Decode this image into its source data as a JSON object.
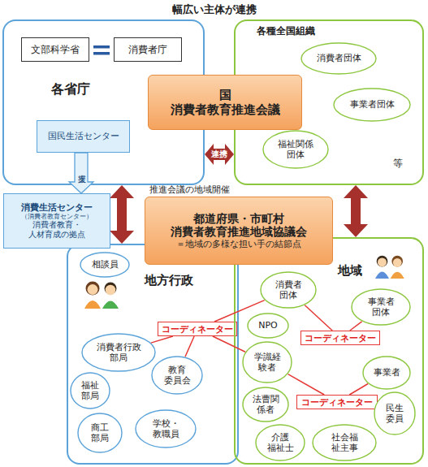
{
  "diagram": {
    "title": "幅広い主体が連携",
    "nodes": [
      {
        "text": [
          "各省庁"
        ]
      },
      {
        "text": [
          "文部科学省"
        ],
        "in": 0
      },
      {
        "text": [
          "消費者庁"
        ],
        "in": 0
      },
      {
        "text": [
          "国民生活センター"
        ],
        "in": 0
      },
      {
        "text": [
          "各種全国組織"
        ]
      },
      {
        "text": [
          "消費者団体"
        ],
        "in": 4
      },
      {
        "text": [
          "事業者団体"
        ],
        "in": 4
      },
      {
        "text": [
          "福祉関係 団体"
        ],
        "in": 4
      },
      {
        "text": [
          "国",
          "消費者教育推進会議"
        ]
      },
      {
        "text": [
          "消費生活センター",
          "（消費者教育センター）",
          "消費者教育・ 人材育成の拠点"
        ]
      },
      {
        "text": [
          "都道府県・市町村",
          "消費者教育推進地域協議会",
          "＝地域の多様な担い手の結節点"
        ]
      },
      {
        "text": [
          "地方行政"
        ]
      },
      {
        "text": [
          "相談員"
        ],
        "in": 11
      },
      {
        "text": [
          "コーディネーター"
        ],
        "in": 11
      },
      {
        "text": [
          "消費者行政 部局"
        ],
        "in": 11
      },
      {
        "text": [
          "教育 委員会"
        ],
        "in": 11
      },
      {
        "text": [
          "福祉 部局"
        ],
        "in": 11
      },
      {
        "text": [
          "商工 部局"
        ],
        "in": 11
      },
      {
        "text": [
          "学校・ 教職員"
        ],
        "in": 11
      },
      {
        "text": [
          "地域"
        ]
      },
      {
        "text": [
          "消費者 団体"
        ],
        "in": 19
      },
      {
        "text": [
          "事業者 団体"
        ],
        "in": 19
      },
      {
        "text": [
          "NPO"
        ],
        "in": 19
      },
      {
        "text": [
          "コーディネーター"
        ],
        "in": 19
      },
      {
        "text": [
          "学識経 験者"
        ],
        "in": 19
      },
      {
        "text": [
          "事業者"
        ],
        "in": 19
      },
      {
        "text": [
          "コーディネーター"
        ],
        "in": 19
      },
      {
        "text": [
          "法曹関 係者"
        ],
        "in": 19
      },
      {
        "text": [
          "民生 委員"
        ],
        "in": 19
      },
      {
        "text": [
          "介護 福祉士"
        ],
        "in": 19
      },
      {
        "text": [
          "社会福 祉主事"
        ],
        "in": 19
      }
    ],
    "edges": [
      {
        "from": 0,
        "to": 11,
        "arrow": "both",
        "label": "推進会議の地域開催"
      },
      {
        "from": 0,
        "to": 4,
        "arrow": "both",
        "label": "連携"
      },
      {
        "from": 4,
        "to": 19,
        "arrow": "both"
      },
      {
        "from": 3,
        "to": 9,
        "arrow": "to",
        "label": "支援"
      },
      {
        "from": 13,
        "to": 14,
        "arrow": "none"
      },
      {
        "from": 13,
        "to": 15,
        "arrow": "none"
      },
      {
        "from": 13,
        "to": 20,
        "arrow": "none"
      },
      {
        "from": 13,
        "to": 24,
        "arrow": "none"
      },
      {
        "from": 23,
        "to": 20,
        "arrow": "none"
      },
      {
        "from": 23,
        "to": 21,
        "arrow": "none"
      },
      {
        "from": 26,
        "to": 24,
        "arrow": "none"
      },
      {
        "from": 26,
        "to": 25,
        "arrow": "none"
      }
    ],
    "labels": [
      "等"
    ]
  }
}
